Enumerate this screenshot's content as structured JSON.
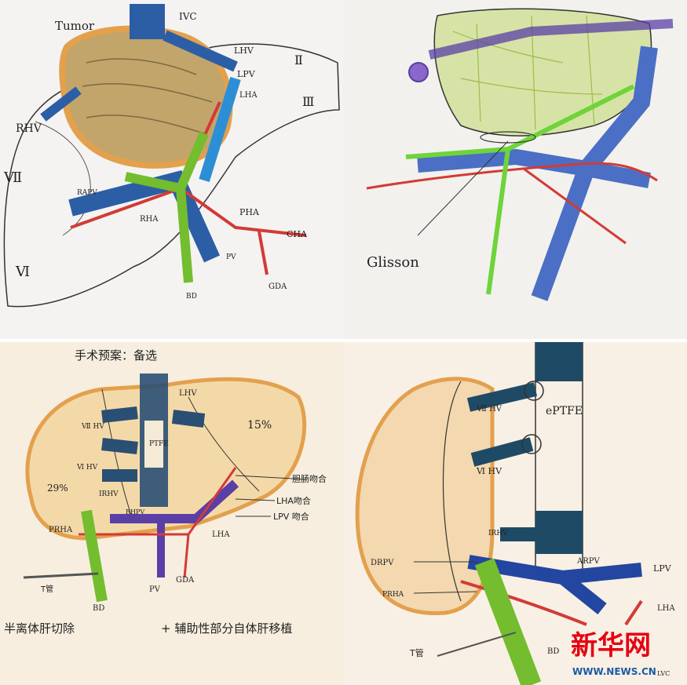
{
  "panel1": {
    "labels": {
      "tumor": "Tumor",
      "ivc": "IVC",
      "lhv": "LHV",
      "lpv": "LPV",
      "lha": "LHA",
      "rhv": "RHV",
      "rapv": "RAPV",
      "rha": "RHA",
      "pha": "PHA",
      "cha": "CHA",
      "pv": "PV",
      "bd": "BD",
      "gda": "GDA",
      "seg2": "Ⅱ",
      "seg3": "Ⅲ",
      "seg7": "Ⅶ",
      "seg6": "Ⅵ"
    }
  },
  "panel2": {
    "labels": {
      "glisson": "Glisson"
    }
  },
  "panel3": {
    "labels": {
      "heading": "手术预案：备选",
      "lhv": "LHV",
      "v7hv": "Ⅶ HV",
      "v6hv": "Ⅵ HV",
      "irhv": "IRHV",
      "ptfe": "PTFE",
      "pct15": "15%",
      "pct29": "29%",
      "rhpv": "RHPV",
      "prha": "PRHA",
      "lha": "LHA",
      "pv": "PV",
      "gda": "GDA",
      "bd": "BD",
      "t_tube": "T管",
      "bile_duct_anast": "胆肠吻合",
      "lha_anast": "LHA吻合",
      "lpv_anast": "LPV 吻合",
      "bottom_left": "半离体肝切除",
      "bottom_right": "+ 辅助性部分自体肝移植"
    }
  },
  "panel4": {
    "labels": {
      "eptfe": "ePTFE",
      "v7hv": "Ⅶ HV",
      "v6hv": "Ⅵ HV",
      "irhv": "IRHV",
      "drpv": "DRPV",
      "arpv": "ARPV",
      "lpv": "LPV",
      "prha": "PRHA",
      "lha": "LHA",
      "t_tube": "T管",
      "bd": "BD",
      "lvc": "LVC"
    },
    "watermark": {
      "cn": "新华网",
      "url": "WWW.NEWS.CN"
    }
  },
  "colors": {
    "liver_orange": "#e3a04d",
    "tumor_fill": "#b8a06a",
    "vein_blue": "#2c5ea6",
    "artery_red": "#d23b36",
    "duct_green": "#73bd2e",
    "portal_purple": "#5a3fa6",
    "watermark_red": "#e60012",
    "watermark_blue": "#1a5ba6"
  }
}
